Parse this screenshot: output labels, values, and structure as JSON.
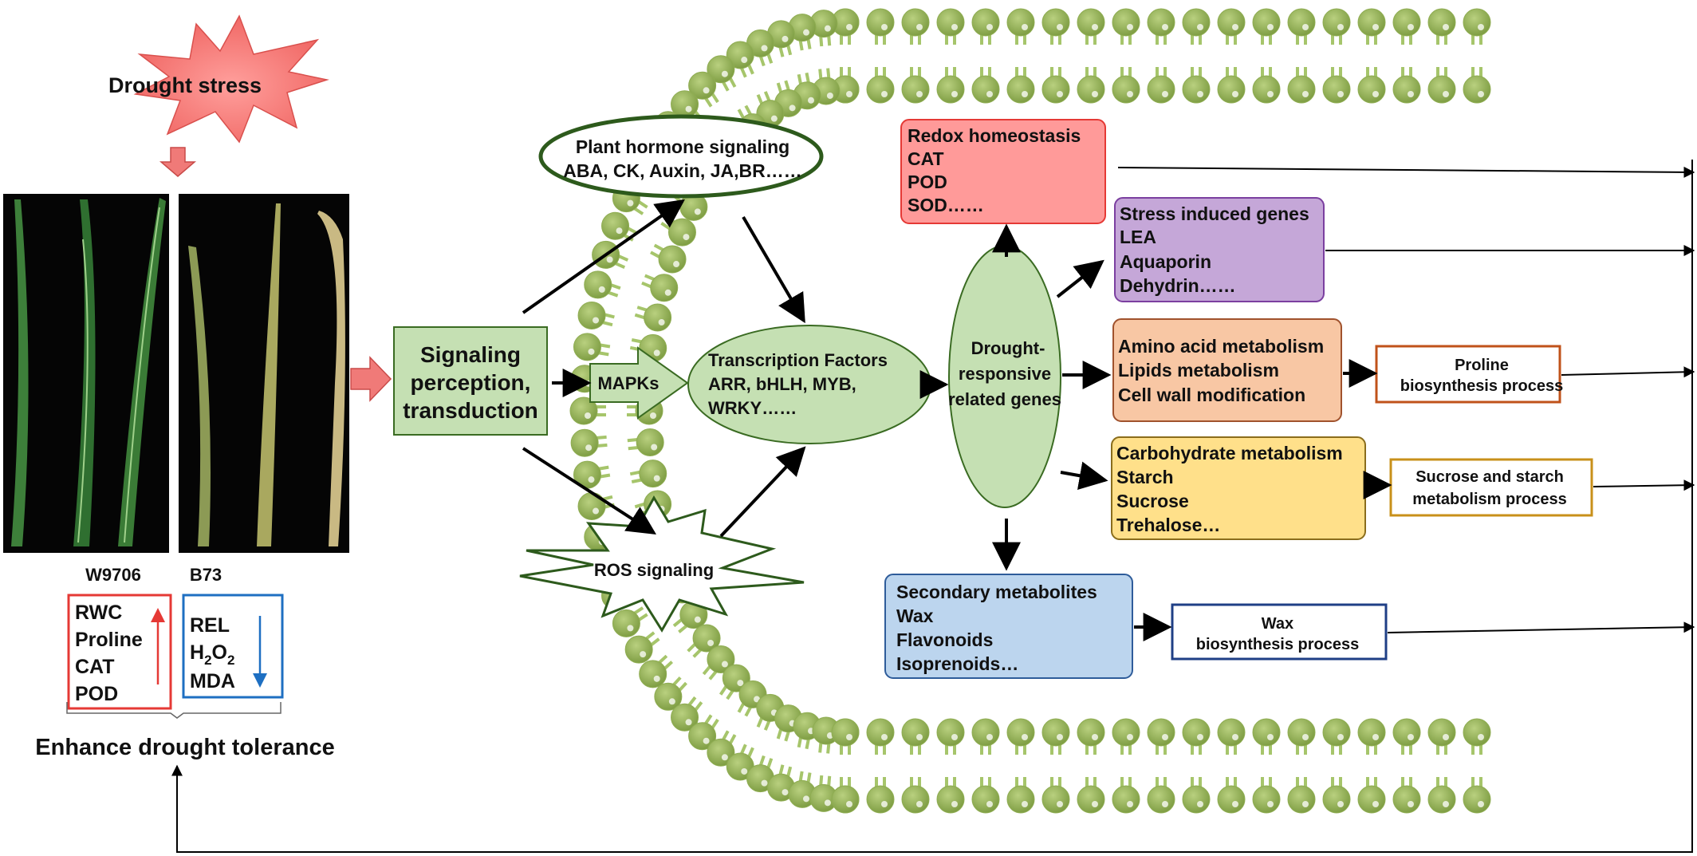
{
  "stress": {
    "label": "Drought stress"
  },
  "photos": {
    "left_label": "W9706",
    "right_label": "B73"
  },
  "increased_traits": [
    "RWC",
    "Proline",
    "CAT",
    "POD"
  ],
  "decreased_traits": {
    "rel": "REL",
    "h2o2_main": "H",
    "h2o2_sub1": "2",
    "h2o2_mid": "O",
    "h2o2_sub2": "2",
    "mda": "MDA"
  },
  "outcome": "Enhance drought tolerance",
  "signaling": {
    "line1": "Signaling",
    "line2": "perception,",
    "line3": "transduction"
  },
  "hormone": {
    "line1": "Plant hormone signaling",
    "line2": "ABA, CK, Auxin, JA,BR……"
  },
  "mapks": "MAPKs",
  "ros": "ROS signaling",
  "tf": {
    "line1": "Transcription Factors",
    "line2": "ARR, bHLH, MYB,",
    "line3": "WRKY……"
  },
  "drought_genes": {
    "line1": "Drought-",
    "line2": "responsive",
    "line3": "related genes"
  },
  "redox": [
    "Redox homeostasis",
    "CAT",
    "POD",
    "SOD……"
  ],
  "stress_genes": [
    "Stress induced genes",
    "LEA",
    "Aquaporin",
    "Dehydrin……"
  ],
  "amino": [
    "Amino acid metabolism",
    "Lipids metabolism",
    "Cell wall modification"
  ],
  "carb": [
    "Carbohydrate metabolism",
    "Starch",
    "Sucrose",
    "Trehalose…"
  ],
  "secondary": [
    "Secondary metabolites",
    "Wax",
    "Flavonoids",
    "Isoprenoids…"
  ],
  "proline_process": [
    "Proline",
    "biosynthesis process"
  ],
  "sucrose_process": [
    "Sucrose and starch",
    "metabolism process"
  ],
  "wax_process": [
    "Wax",
    "biosynthesis process"
  ],
  "colors": {
    "membrane": "#8fad52",
    "green_box": "#c5e0b3",
    "green_border": "#3a6b22",
    "redox_fill": "#ff9a99",
    "redox_border": "#e53935",
    "stress_fill": "#c5a7d8",
    "stress_border": "#7b3fa0",
    "amino_fill": "#f8c7a4",
    "amino_border": "#a0522d",
    "carb_fill": "#ffe08a",
    "carb_border": "#8a6d1c",
    "secondary_fill": "#bcd5ee",
    "secondary_border": "#2e5c9a",
    "starburst": "#f07a78"
  }
}
